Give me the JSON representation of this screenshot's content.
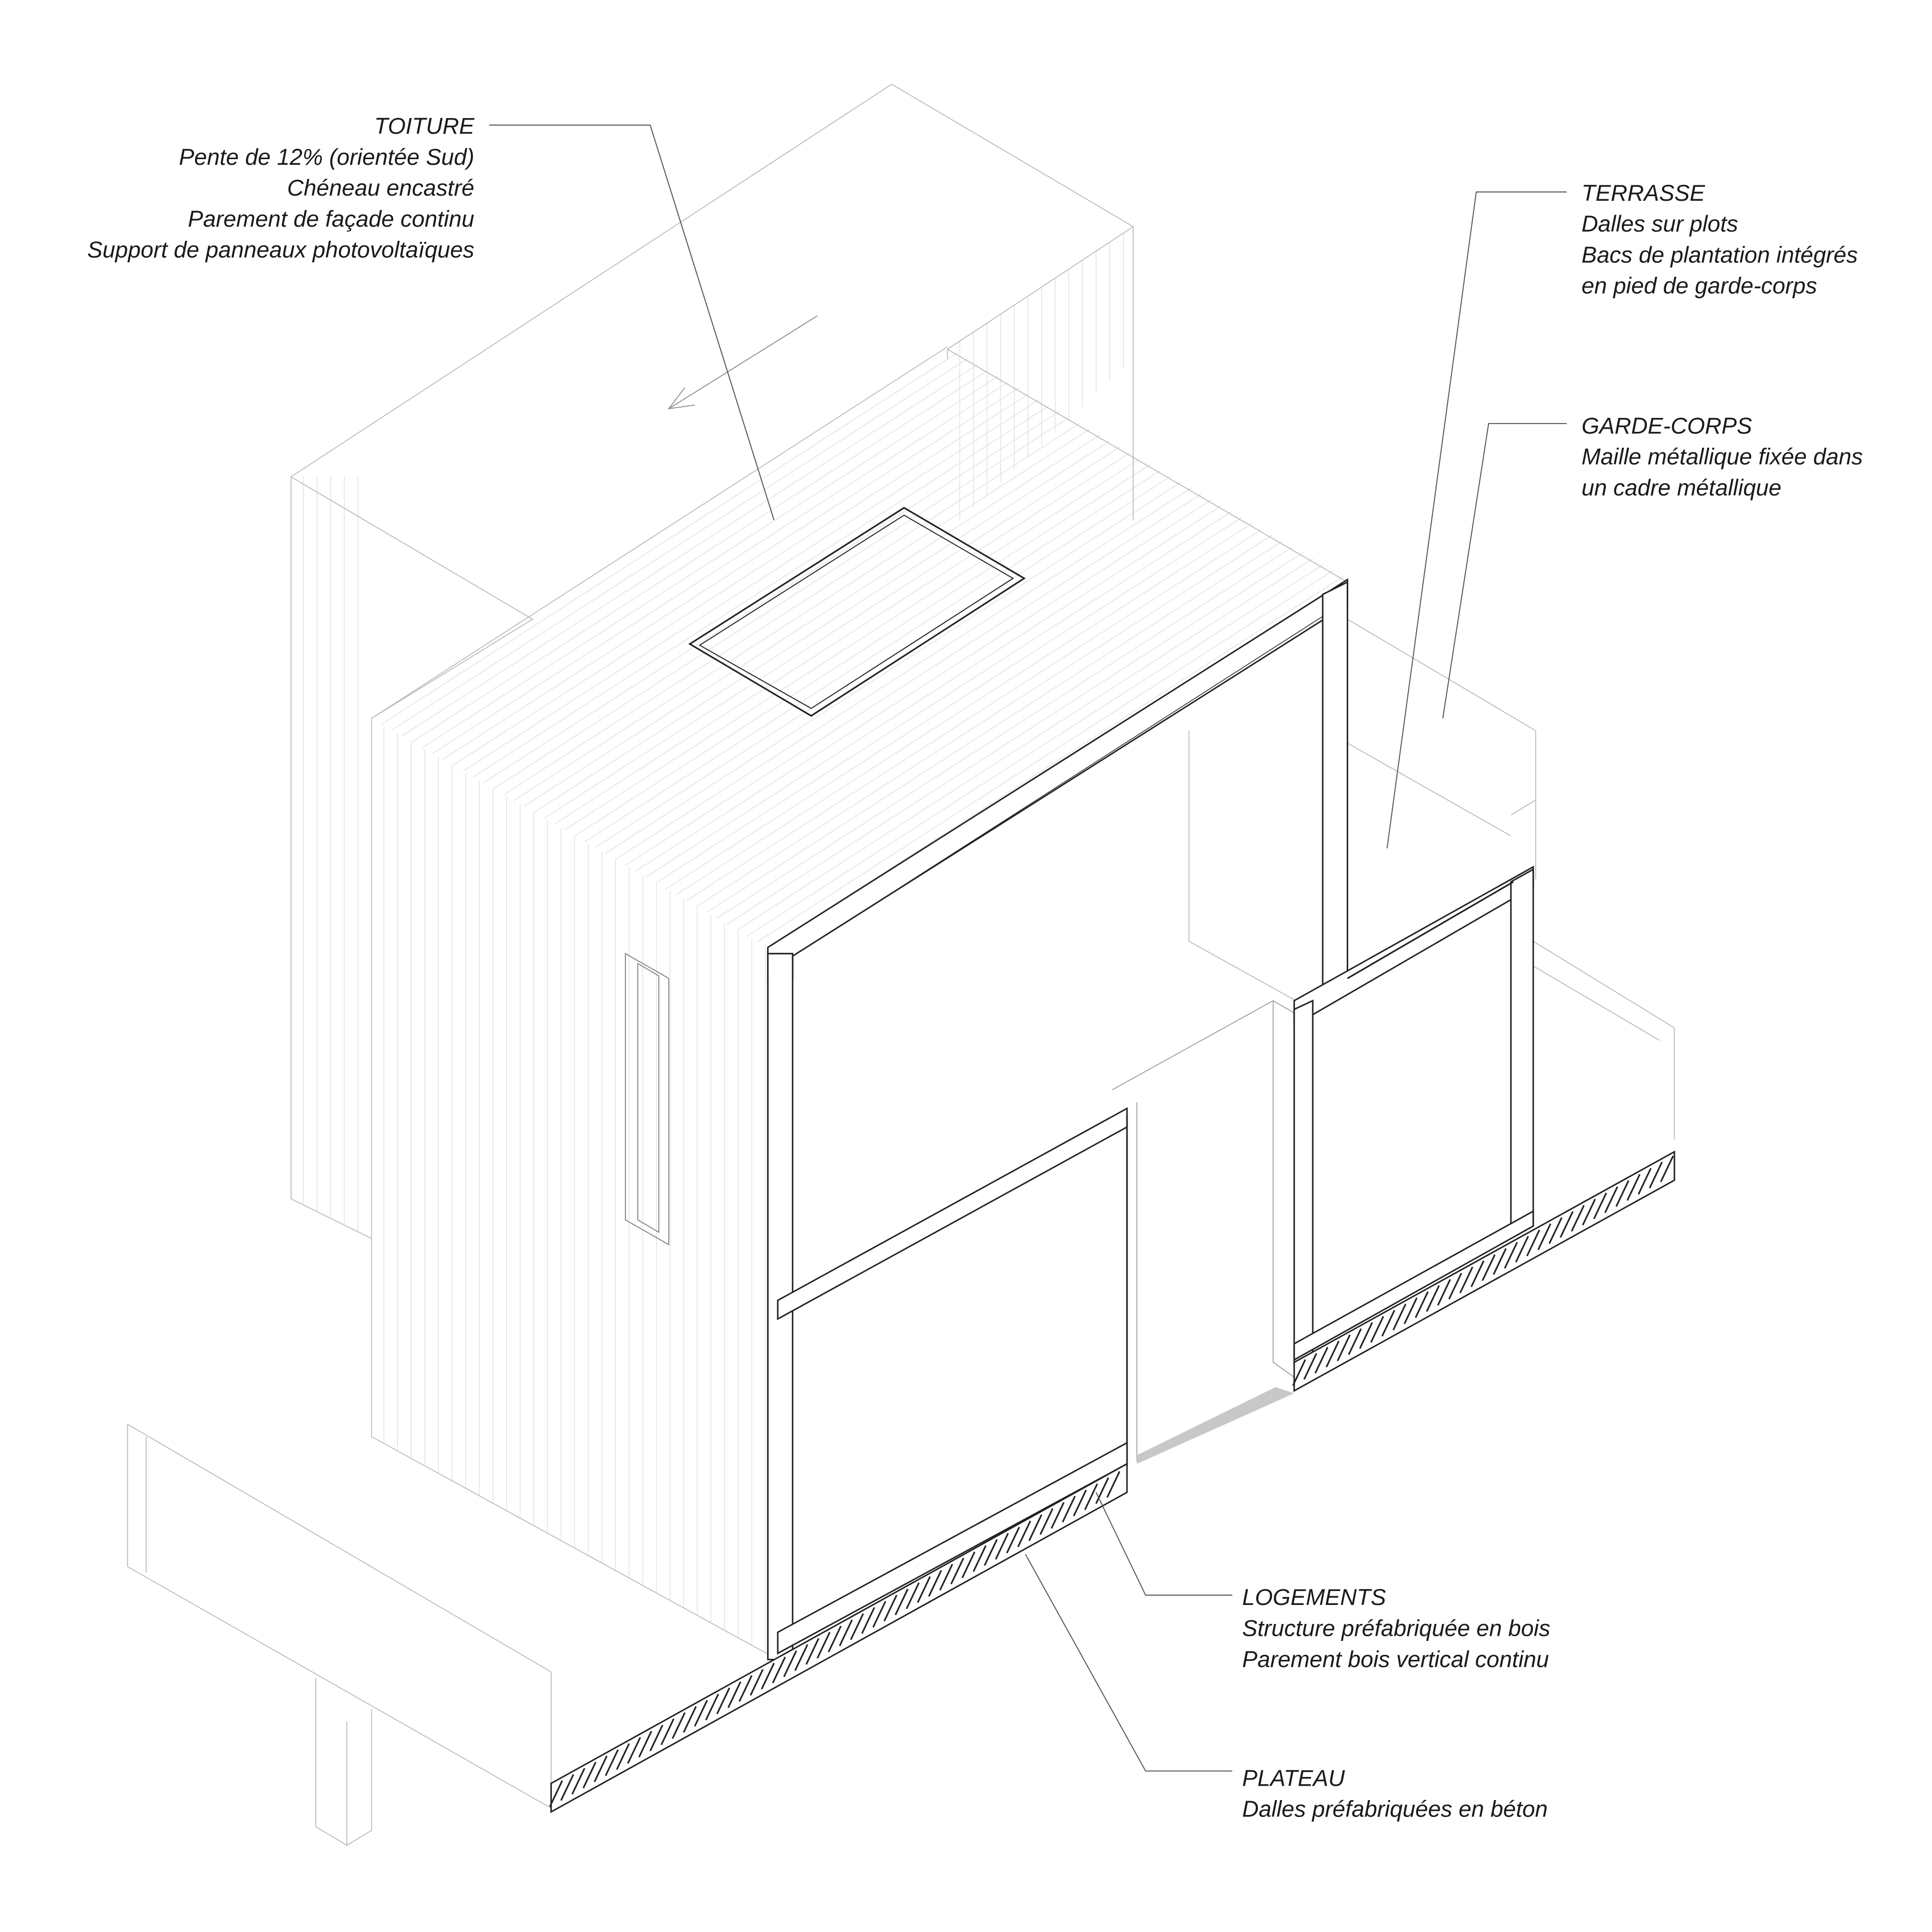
{
  "annotations": {
    "toiture": {
      "title": "TOITURE",
      "lines": [
        "Pente de 12% (orientée Sud)",
        "Chéneau encastré",
        "Parement de façade continu",
        "Support de panneaux photovoltaïques"
      ]
    },
    "terrasse": {
      "title": "TERRASSE",
      "lines": [
        "Dalles sur plots",
        "Bacs de plantation intégrés",
        "en pied de garde-corps"
      ]
    },
    "garde_corps": {
      "title": "GARDE-CORPS",
      "lines": [
        "Maille métallique fixée dans",
        "un cadre métallique"
      ]
    },
    "logements": {
      "title": "LOGEMENTS",
      "lines": [
        "Structure préfabriquée en bois",
        "Parement bois vertical continu"
      ]
    },
    "plateau": {
      "title": "PLATEAU",
      "lines": [
        "Dalles préfabriquées en béton"
      ]
    }
  },
  "colors": {
    "line": "#222222",
    "faint": "#cccccc",
    "shadow": "#c8c8c8"
  }
}
